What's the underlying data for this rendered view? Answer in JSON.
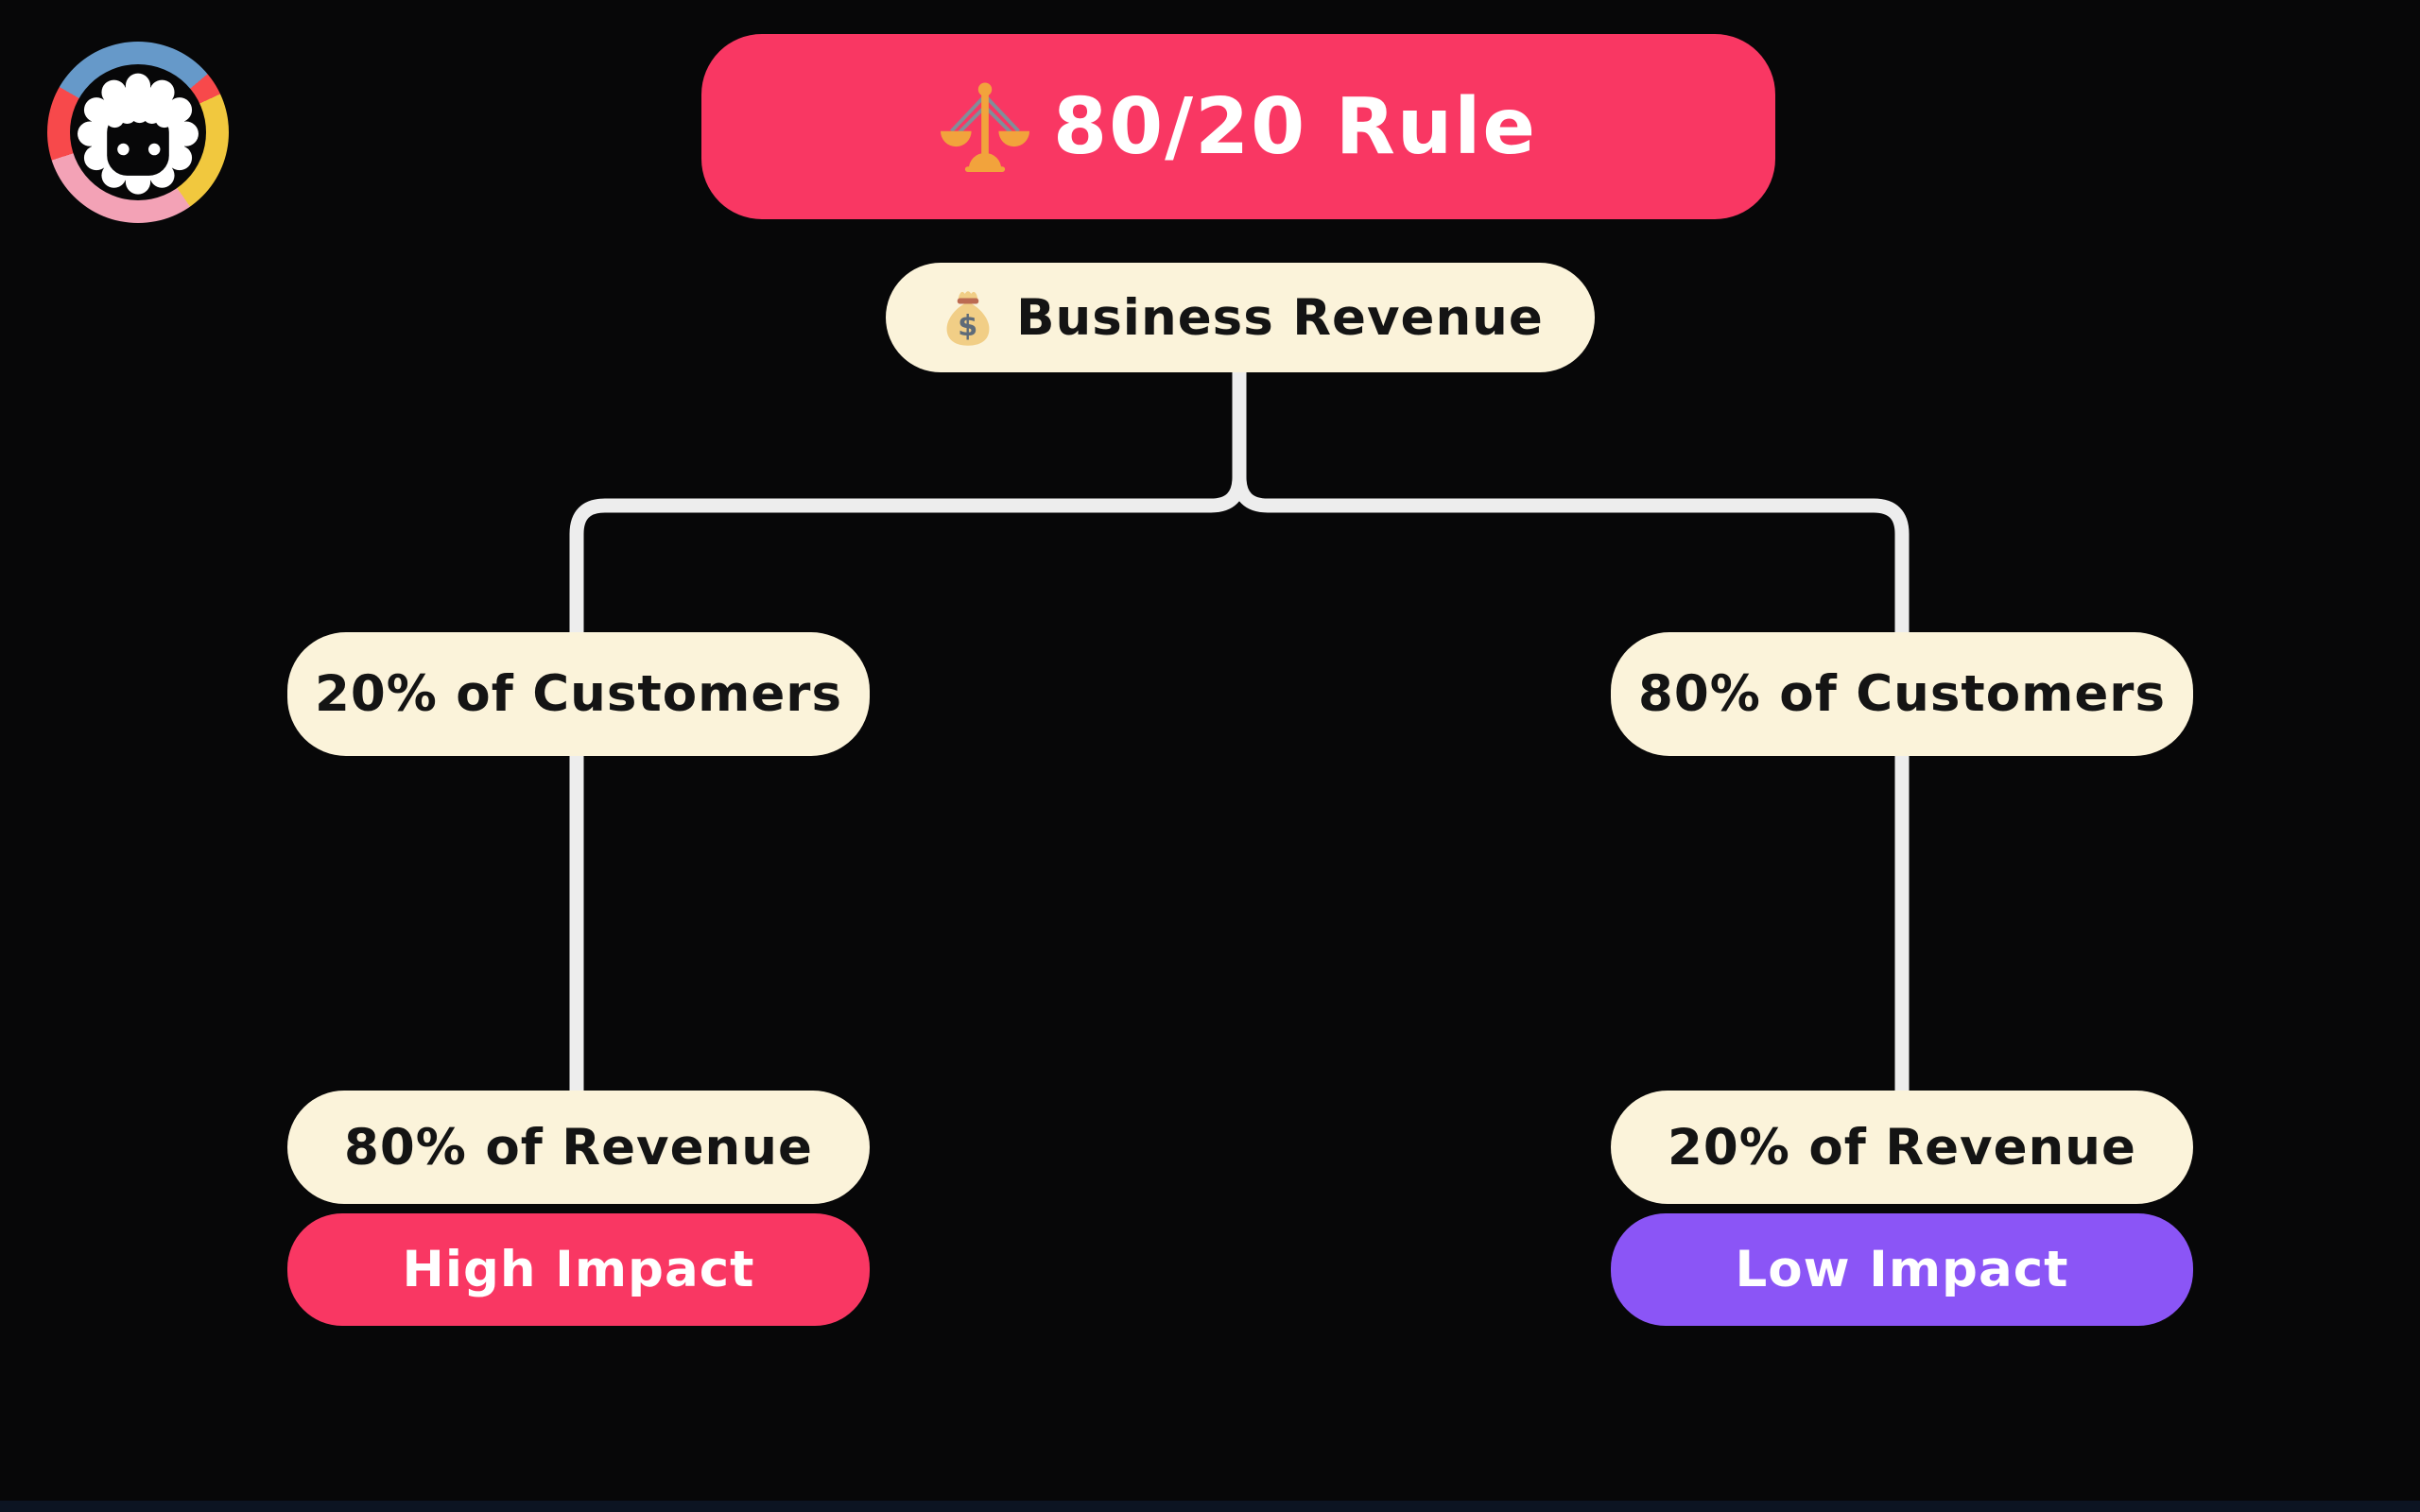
{
  "title": {
    "label": "80/20 Rule"
  },
  "root": {
    "label": "Business Revenue"
  },
  "left_branch": {
    "customers_label": "20% of Customers",
    "revenue_label": "80% of Revenue",
    "impact_label": "High Impact"
  },
  "right_branch": {
    "customers_label": "80% of Customers",
    "revenue_label": "20% of Revenue",
    "impact_label": "Low Impact"
  },
  "icons": {
    "title_icon": "balance-scale-icon",
    "root_icon": "money-bag-icon",
    "logo": "sheep-mascot-logo"
  },
  "colors": {
    "bg": "#070708",
    "pink": "#F93763",
    "cream": "#FBF3DA",
    "purple": "#8B55F6",
    "line": "#EDEDED",
    "ink": "#141414",
    "white": "#FFFFFF",
    "strip": "#0C1422",
    "ring-blue": "#6699C9",
    "ring-red": "#F7494B",
    "ring-yellow": "#F1C83E",
    "ring-pink": "#F3A2B6",
    "icon-orange": "#F2A33C",
    "icon-gray": "#828D98",
    "bag-tan": "#F1CE86",
    "bag-tie": "#BC6B52",
    "bag-dollar": "#5E6B79"
  }
}
